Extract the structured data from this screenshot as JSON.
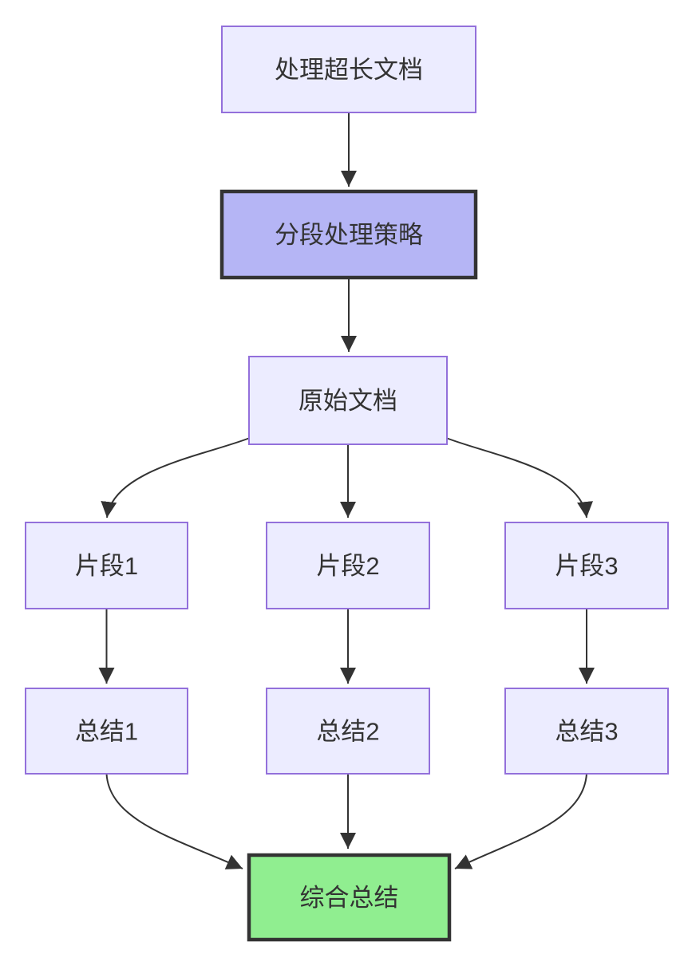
{
  "page": {
    "background": "#ffffff"
  },
  "diagram": {
    "type": "flowchart",
    "direction": "top-down",
    "colors": {
      "default_node_fill": "#ECECFF",
      "default_node_border": "#9370DB",
      "emphasis_node_fill": "#B5B5F5",
      "emphasis_node_border": "#333333",
      "result_node_fill": "#90EE90",
      "result_node_border": "#333333",
      "edge": "#333333",
      "text": "#333333"
    },
    "nodes": [
      {
        "id": "task",
        "label": "处理超长文档",
        "style": "default"
      },
      {
        "id": "strategy",
        "label": "分段处理策略",
        "style": "emphasis"
      },
      {
        "id": "source-doc",
        "label": "原始文档",
        "style": "default"
      },
      {
        "id": "chunk-1",
        "label": "片段1",
        "style": "default"
      },
      {
        "id": "chunk-2",
        "label": "片段2",
        "style": "default"
      },
      {
        "id": "chunk-3",
        "label": "片段3",
        "style": "default"
      },
      {
        "id": "summary-1",
        "label": "总结1",
        "style": "default"
      },
      {
        "id": "summary-2",
        "label": "总结2",
        "style": "default"
      },
      {
        "id": "summary-3",
        "label": "总结3",
        "style": "default"
      },
      {
        "id": "final-summary",
        "label": "综合总结",
        "style": "result"
      }
    ],
    "edges": [
      {
        "from": "task",
        "to": "strategy"
      },
      {
        "from": "strategy",
        "to": "source-doc"
      },
      {
        "from": "source-doc",
        "to": "chunk-1"
      },
      {
        "from": "source-doc",
        "to": "chunk-2"
      },
      {
        "from": "source-doc",
        "to": "chunk-3"
      },
      {
        "from": "chunk-1",
        "to": "summary-1"
      },
      {
        "from": "chunk-2",
        "to": "summary-2"
      },
      {
        "from": "chunk-3",
        "to": "summary-3"
      },
      {
        "from": "summary-1",
        "to": "final-summary"
      },
      {
        "from": "summary-2",
        "to": "final-summary"
      },
      {
        "from": "summary-3",
        "to": "final-summary"
      }
    ]
  }
}
